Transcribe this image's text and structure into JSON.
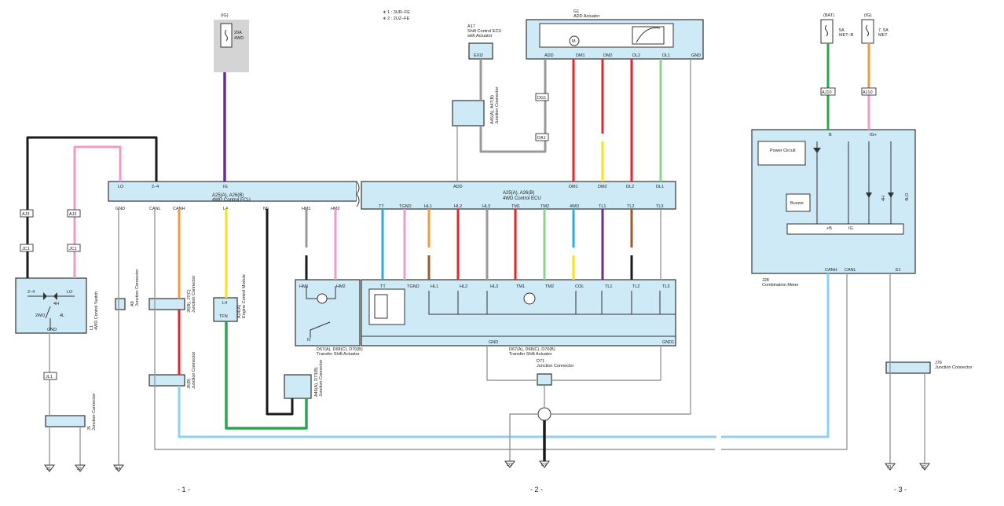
{
  "notes": {
    "n1": "∗ 1 : 3UR–FE",
    "n2": "∗ 2 : 2UZ–FE"
  },
  "pages": {
    "p1": "- 1 -",
    "p2": "- 2 -",
    "p3": "- 3 -"
  },
  "fuse_ig_left": {
    "source": "(IG)",
    "rating": "20A",
    "name": "4WD"
  },
  "fuse_bat": {
    "source": "(BAT)",
    "rating": "5A",
    "name": "MET–B"
  },
  "fuse_ig_right": {
    "source": "(IG)",
    "rating": "7. 5A",
    "name": "MET"
  },
  "ecu_left": {
    "id": "A25(A), A26(B)",
    "name": "4WD Control ECU",
    "pins": [
      "LO",
      "2–4",
      "IG",
      "GND",
      "CANL",
      "CANH",
      "L4",
      "NF",
      "HM1",
      "HM2"
    ]
  },
  "ecu_right": {
    "id": "A25(A), A26(B)",
    "name": "4WD Control ECU",
    "pins_top": [
      "ADD",
      "DM1",
      "DM2",
      "DL2",
      "DL1"
    ],
    "pins_bottom": [
      "TT",
      "TGND",
      "HL1",
      "HL2",
      "HL3",
      "TM1",
      "TM2",
      "4WD",
      "TL1",
      "TL2",
      "TL3"
    ]
  },
  "add_actuator": {
    "id": "G1",
    "name": "ADD Actuator",
    "pins": [
      "ADD",
      "DM1",
      "DM2",
      "DL2",
      "DL1",
      "GND"
    ]
  },
  "shift_ecu": {
    "id": "A17",
    "name": "Shift Control ECU",
    "sub": "with Actuator",
    "pin": "EXI2"
  },
  "jc_a47": {
    "id": "A45(A), A47(B)",
    "name": "Junction Connector"
  },
  "switch_4wd": {
    "id": "L1",
    "name": "4WD Control Switch",
    "labels": [
      "2–4",
      "LO",
      "4H",
      "2WD",
      "4L",
      "GND"
    ]
  },
  "combo_meter": {
    "id": "J28",
    "name": "Combination Meter",
    "power": "Power Circuit",
    "buzzer": "Buzzer",
    "pins": [
      "B",
      "IG+",
      "CANH",
      "CANL",
      "E1"
    ],
    "bus": [
      "+B",
      "IG"
    ],
    "lamps": [
      "4H",
      "4LO"
    ]
  },
  "transfer_left": {
    "id": "D67(A), D68(C), D70(B)",
    "name": "Transfer Shift Actuator",
    "pins": [
      "HM1",
      "HM2",
      "N"
    ]
  },
  "transfer_right": {
    "id": "D67(A), D68(C), D70(B)",
    "name": "Transfer Shift Actuator",
    "pins": [
      "TT",
      "TGND",
      "HL1",
      "HL2",
      "HL3",
      "TM1",
      "TM2",
      "COL",
      "TL1",
      "TL2",
      "TL3",
      "GND",
      "GND1"
    ]
  },
  "engine_module": {
    "id": "A24(A)",
    "name": "Engine Control Module",
    "pins": [
      "L4",
      "TFN"
    ]
  },
  "junctions": {
    "a8": {
      "id": "A8",
      "name": "Junction Connector"
    },
    "j6j7": {
      "id": "J6(B), J7(C)",
      "name": "Junction Connector"
    },
    "j6b": {
      "id": "J6(B)",
      "name": "Junction Connector"
    },
    "a46": {
      "id": "A46(A), D73(B)",
      "name": "Junction Connector"
    },
    "j5": {
      "id": "J5",
      "name": "Junction Connector"
    },
    "d71": {
      "id": "D71",
      "name": "Junction Connector"
    },
    "j76": {
      "id": "J76",
      "name": "Junction Connector"
    }
  },
  "grounds": [
    "J1",
    "J2",
    "A4",
    "D3",
    "D7",
    "J1",
    "J2"
  ],
  "wire_colors": [
    "B",
    "P",
    "V",
    "O",
    "Y",
    "G",
    "GR",
    "L",
    "SB",
    "W",
    "W–B",
    "R",
    "R–B",
    "R–W",
    "LG",
    "BR",
    "B–W",
    "R–L",
    "Y–G",
    "L–R",
    "W–L"
  ],
  "connector_tags": [
    "AJ3",
    "JC1",
    "DG1",
    "DA1",
    "AJ10",
    "JL1"
  ],
  "colors": {
    "box": "#cfeaf7",
    "fuse_bg": "#d4d4d4",
    "black": "#1a1a1a",
    "pink": "#f29ac6",
    "purple": "#6a2a97",
    "grey": "#999999",
    "orange": "#f59a3b",
    "yellow": "#f5e21a",
    "red": "#e3262a",
    "green": "#27a84a",
    "lightgreen": "#8fd18f",
    "sky": "#2ea8e0",
    "lightblue": "#8ed1ef",
    "brown": "#9a5a2a",
    "white": "#ffffff"
  }
}
